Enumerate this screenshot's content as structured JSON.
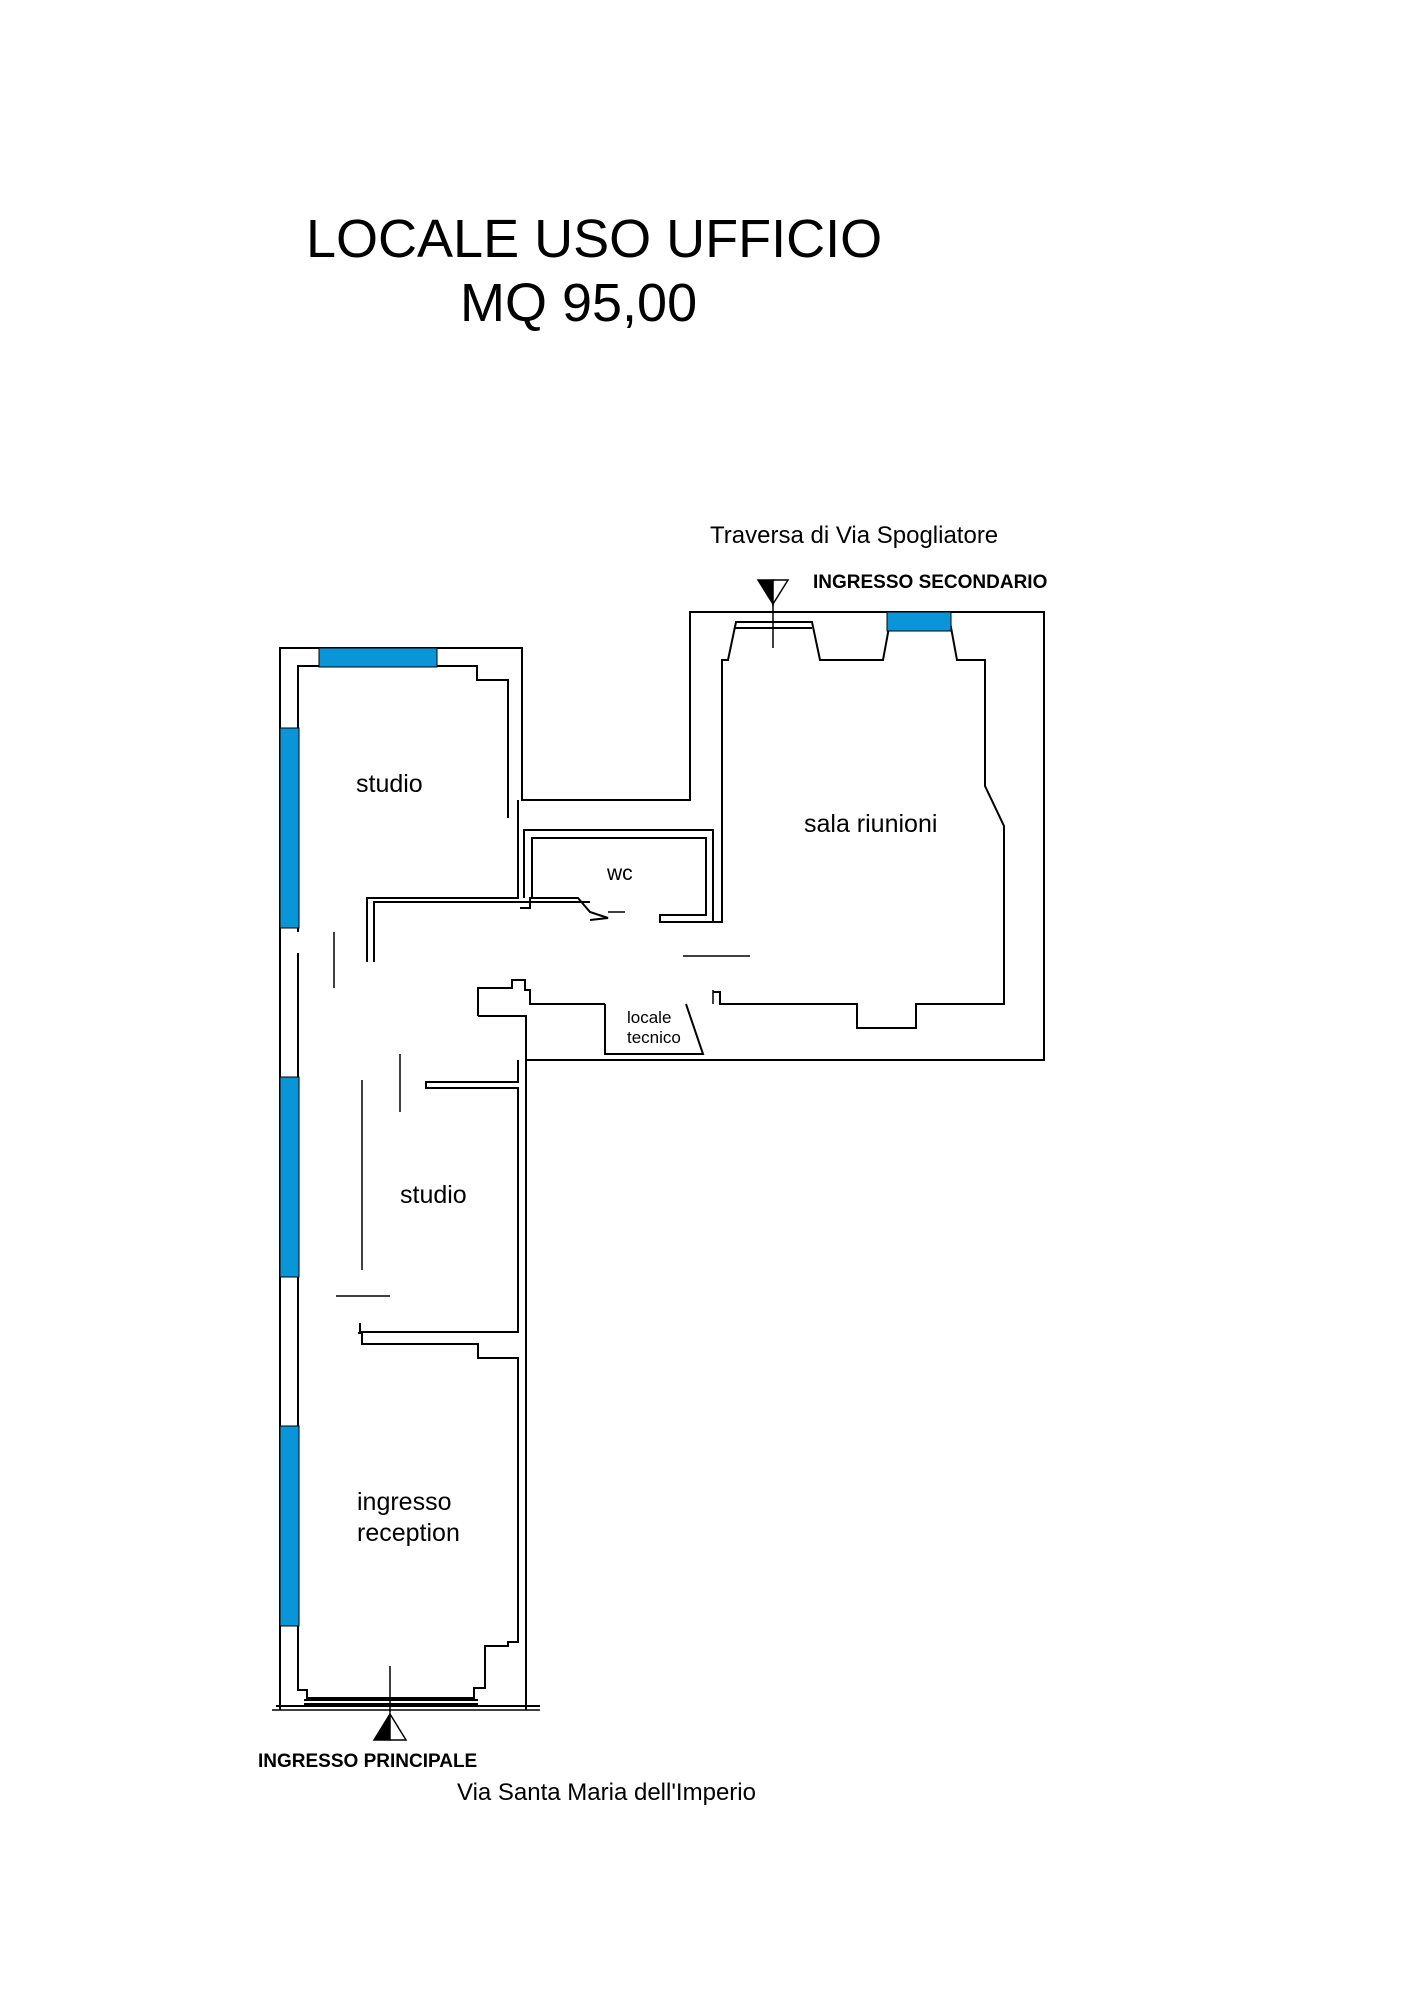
{
  "title": {
    "line1": "LOCALE USO UFFICIO",
    "line2": "MQ 95,00"
  },
  "rooms": {
    "studio_top": "studio",
    "sala_riunioni": "sala riunioni",
    "wc": "wc",
    "locale_tecnico": "locale\ntecnico",
    "studio_middle": "studio",
    "ingresso_reception": "ingresso\nreception"
  },
  "streets": {
    "top": "Traversa di Via Spogliatore",
    "bottom": "Via Santa Maria dell'Imperio"
  },
  "entrances": {
    "secondary": "INGRESSO SECONDARIO",
    "main": "INGRESSO PRINCIPALE"
  },
  "colors": {
    "window": "#0b95d9",
    "wall": "#000000",
    "background": "#ffffff"
  }
}
